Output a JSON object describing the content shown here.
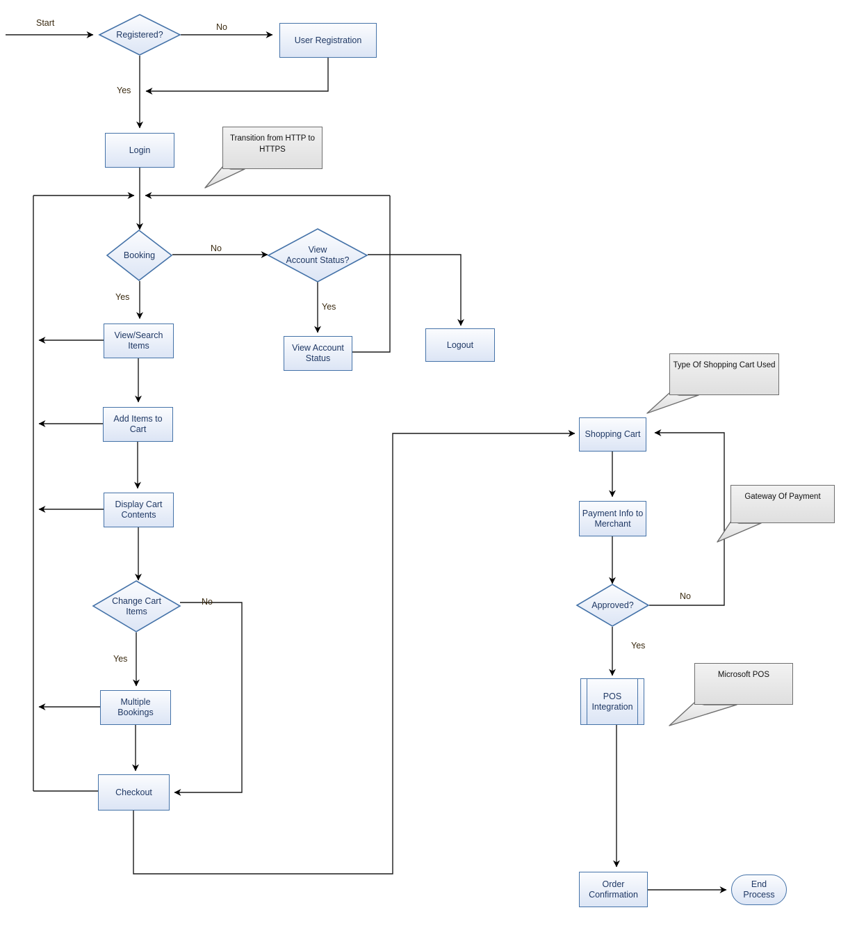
{
  "diagram": {
    "title": "E-Commerce Booking and Checkout Flowchart",
    "colors": {
      "node_fill_top": "#FBFCFE",
      "node_fill_bottom": "#DCE5F5",
      "node_stroke": "#4472A8",
      "node_text": "#1F3864",
      "callout_fill": "#EDEDED",
      "callout_stroke": "#6E6E6E",
      "edge_stroke": "#000000",
      "edge_label_text": "#3A2A10",
      "background": "#FFFFFF"
    },
    "nodes": [
      {
        "id": "registered",
        "label": "Registered?",
        "shape": "decision"
      },
      {
        "id": "user_reg",
        "label": "User Registration",
        "shape": "process"
      },
      {
        "id": "login",
        "label": "Login",
        "shape": "process"
      },
      {
        "id": "booking",
        "label": "Booking",
        "shape": "decision"
      },
      {
        "id": "view_acct_q",
        "label": "View\nAccount  Status?",
        "shape": "decision"
      },
      {
        "id": "view_acct",
        "label": "View Account\nStatus",
        "shape": "process"
      },
      {
        "id": "logout",
        "label": "Logout",
        "shape": "process"
      },
      {
        "id": "view_search",
        "label": "View/Search\nItems",
        "shape": "process"
      },
      {
        "id": "add_items",
        "label": "Add Items to\nCart",
        "shape": "process"
      },
      {
        "id": "display_cart",
        "label": "Display Cart\nContents",
        "shape": "process"
      },
      {
        "id": "change_cart",
        "label": "Change Cart\nItems",
        "shape": "decision"
      },
      {
        "id": "multi_book",
        "label": "Multiple\nBookings",
        "shape": "process"
      },
      {
        "id": "checkout",
        "label": "Checkout",
        "shape": "process"
      },
      {
        "id": "shopping_cart",
        "label": "Shopping Cart",
        "shape": "process"
      },
      {
        "id": "payment_info",
        "label": "Payment Info to\nMerchant",
        "shape": "process"
      },
      {
        "id": "approved",
        "label": "Approved?",
        "shape": "decision"
      },
      {
        "id": "pos",
        "label": "POS\nIntegration",
        "shape": "predefined-process"
      },
      {
        "id": "order_conf",
        "label": "Order\nConfirmation",
        "shape": "process"
      },
      {
        "id": "end_process",
        "label": "End\nProcess",
        "shape": "terminator"
      }
    ],
    "node_labels": {
      "registered": "Registered?",
      "user_reg_line1": "User Registration",
      "login": "Login",
      "booking": "Booking",
      "view_acct_q_line1": "View",
      "view_acct_q_line2": "Account  Status?",
      "view_acct_line1": "View Account",
      "view_acct_line2": "Status",
      "logout": "Logout",
      "view_search_line1": "View/Search",
      "view_search_line2": "Items",
      "add_items_line1": "Add Items to",
      "add_items_line2": "Cart",
      "display_cart_line1": "Display Cart",
      "display_cart_line2": "Contents",
      "change_cart_line1": "Change Cart",
      "change_cart_line2": "Items",
      "multi_book_line1": "Multiple",
      "multi_book_line2": "Bookings",
      "checkout": "Checkout",
      "shopping_cart": "Shopping Cart",
      "payment_info_line1": "Payment Info to",
      "payment_info_line2": "Merchant",
      "approved": "Approved?",
      "pos_line1": "POS",
      "pos_line2": "Integration",
      "order_conf_line1": "Order",
      "order_conf_line2": "Confirmation",
      "end_line1": "End",
      "end_line2": "Process"
    },
    "edge_labels": {
      "start": "Start",
      "registered_no": "No",
      "registered_yes": "Yes",
      "booking_no": "No",
      "booking_yes": "Yes",
      "view_acct_yes": "Yes",
      "change_cart_no": "No",
      "change_cart_yes": "Yes",
      "approved_no": "No",
      "approved_yes": "Yes"
    },
    "callouts": [
      {
        "id": "https_note",
        "text": "Transition  from HTTP to HTTPS"
      },
      {
        "id": "cart_type_note",
        "text": "Type Of Shopping Cart Used"
      },
      {
        "id": "gateway_note",
        "text": "Gateway Of Payment"
      },
      {
        "id": "ms_pos_note",
        "text": "Microsoft POS"
      }
    ],
    "callout_texts": {
      "https_line1": "Transition  from HTTP to",
      "https_line2": "HTTPS",
      "cart_type": "Type Of Shopping Cart Used",
      "gateway": "Gateway Of Payment",
      "ms_pos": "Microsoft POS"
    }
  }
}
